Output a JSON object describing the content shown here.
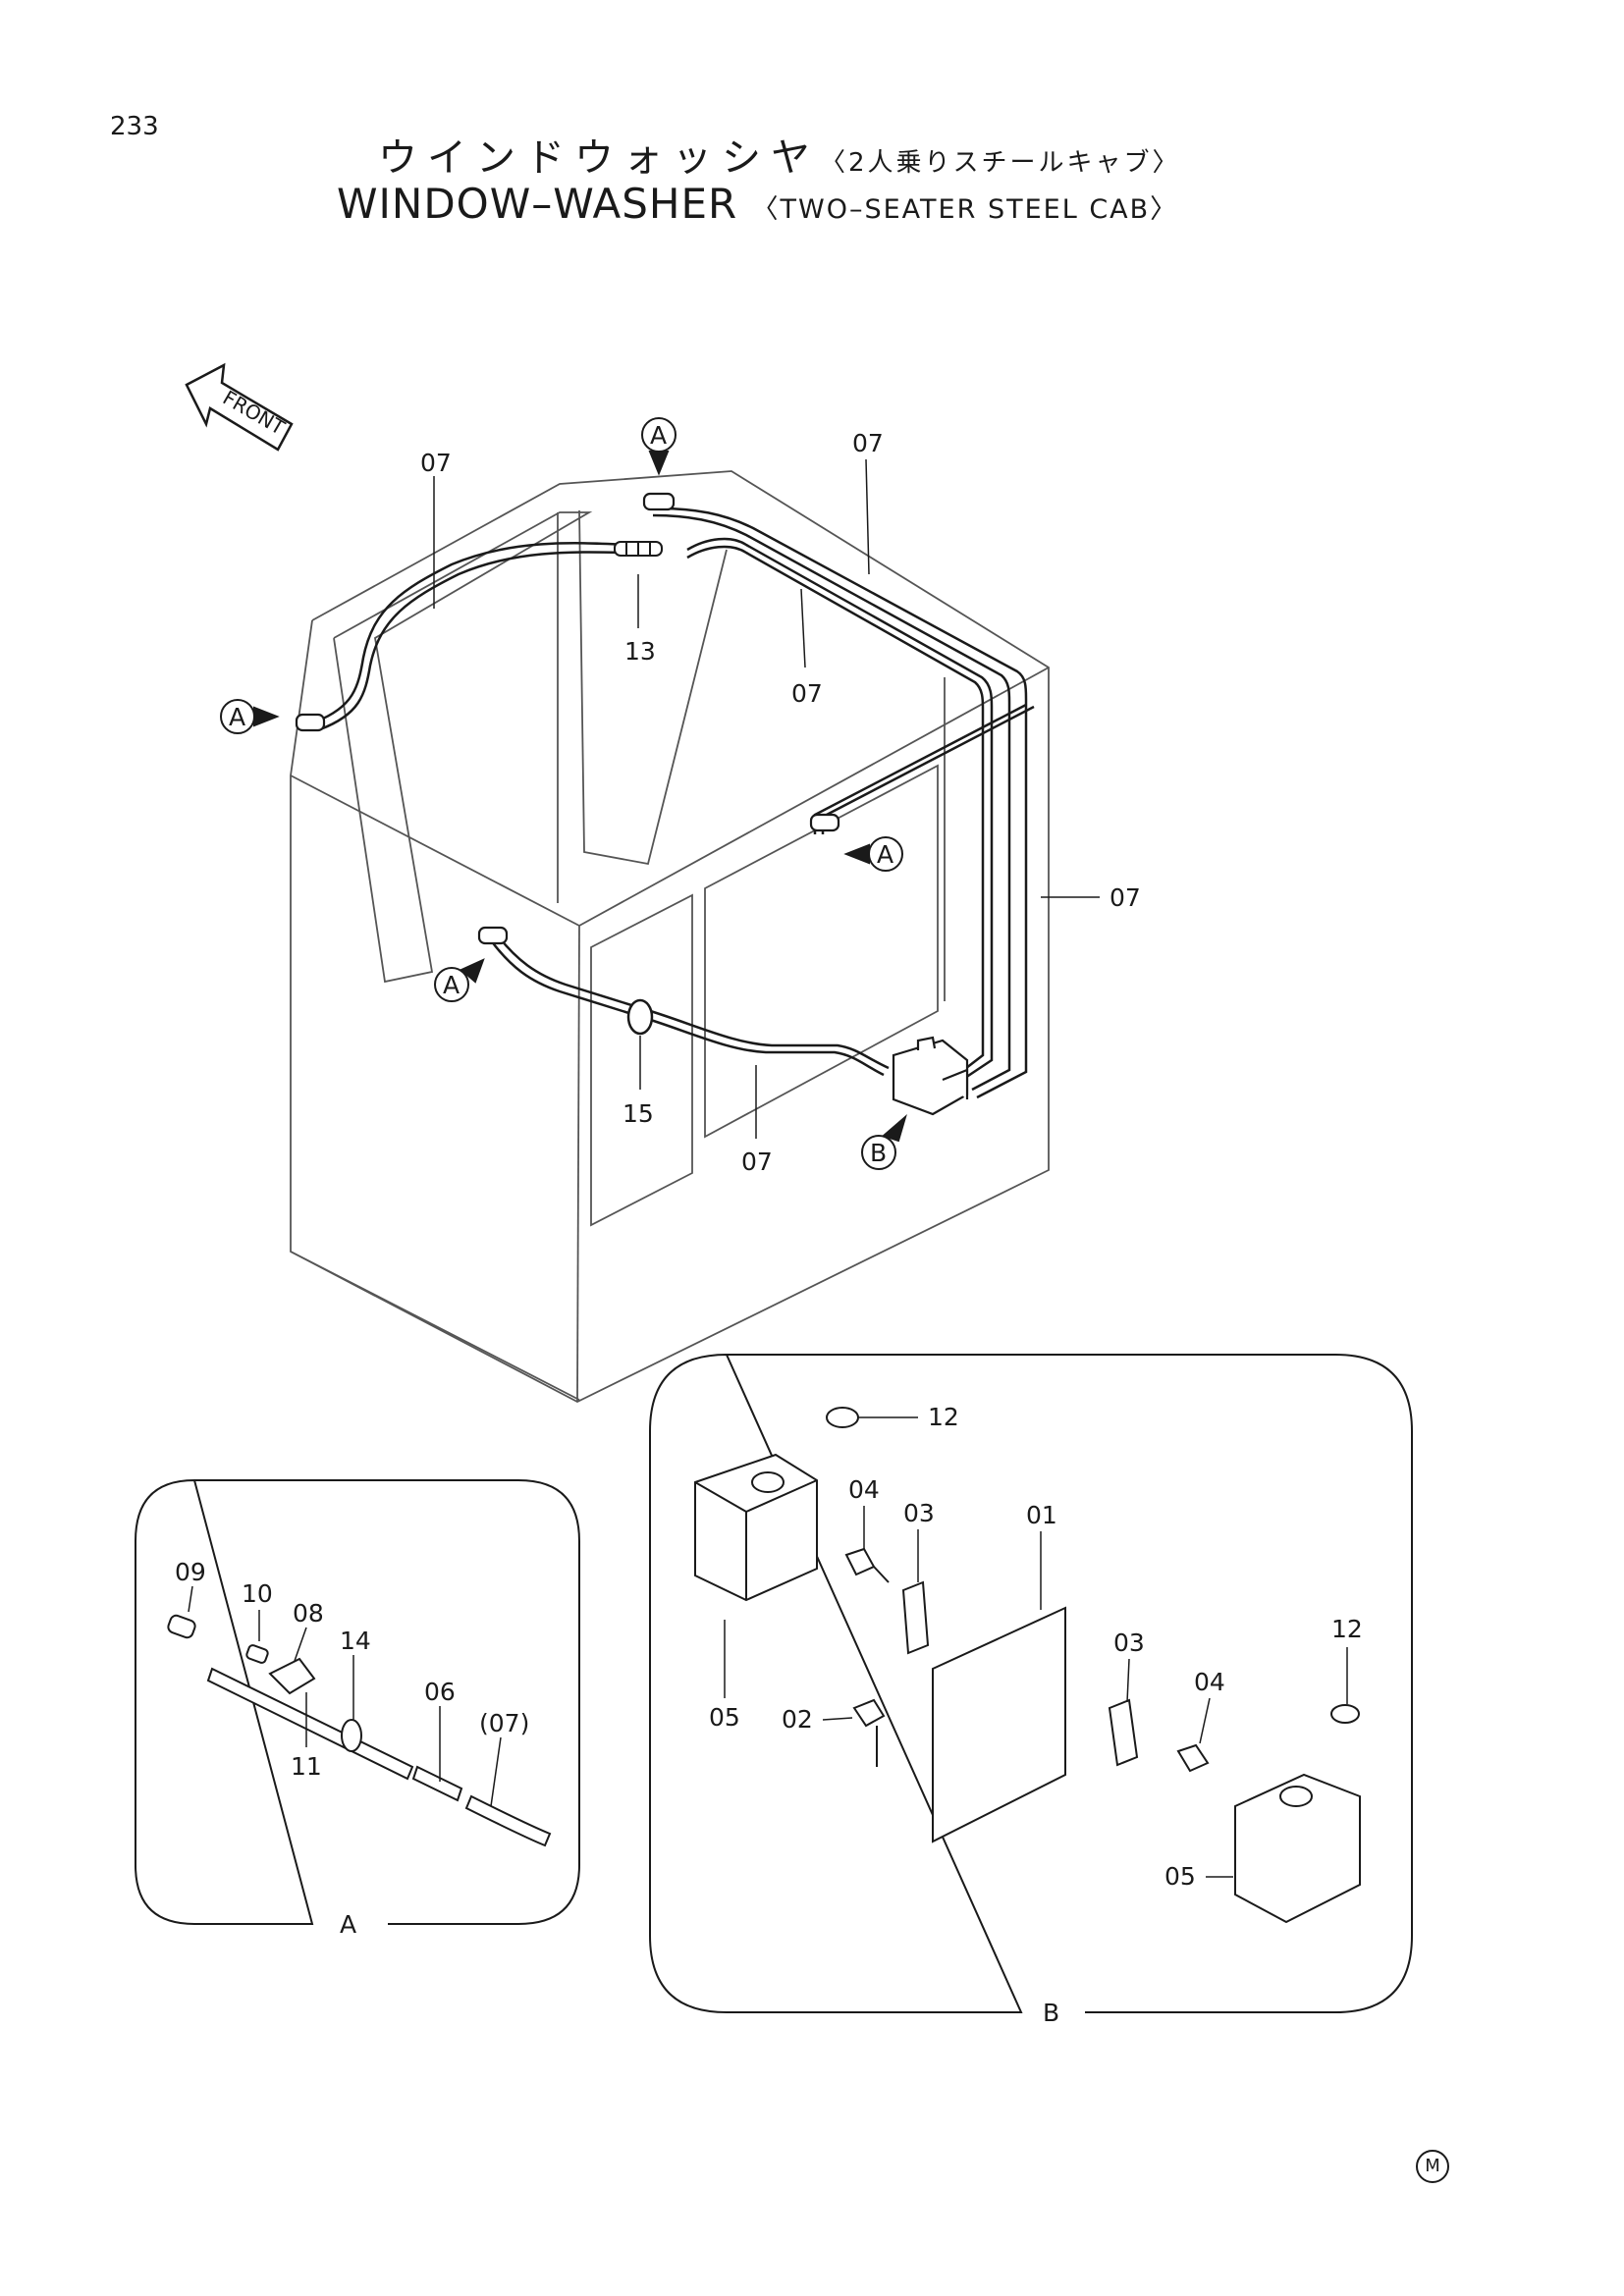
{
  "page_number": "233",
  "title": {
    "jp": "ウインドウォッシヤ",
    "jp_sub": "〈2人乗りスチールキャブ〉",
    "en": "WINDOW–WASHER",
    "en_sub": "〈TWO–SEATER STEEL CAB〉"
  },
  "front_label": "FRONT",
  "callouts": {
    "detail_a": "A",
    "detail_b": "B"
  },
  "parts_main": {
    "p07_a": "07",
    "p07_b": "07",
    "p07_c": "07",
    "p07_d": "07",
    "p07_e": "07",
    "p13": "13",
    "p15": "15"
  },
  "detail_a": {
    "label": "A",
    "p09": "09",
    "p10": "10",
    "p08": "08",
    "p14": "14",
    "p06": "06",
    "p07_paren": "(07)",
    "p11": "11"
  },
  "detail_b": {
    "label": "B",
    "p12_a": "12",
    "p12_b": "12",
    "p04_a": "04",
    "p04_b": "04",
    "p03_a": "03",
    "p03_b": "03",
    "p01": "01",
    "p02": "02",
    "p05_a": "05",
    "p05_b": "05"
  },
  "mark": "M"
}
